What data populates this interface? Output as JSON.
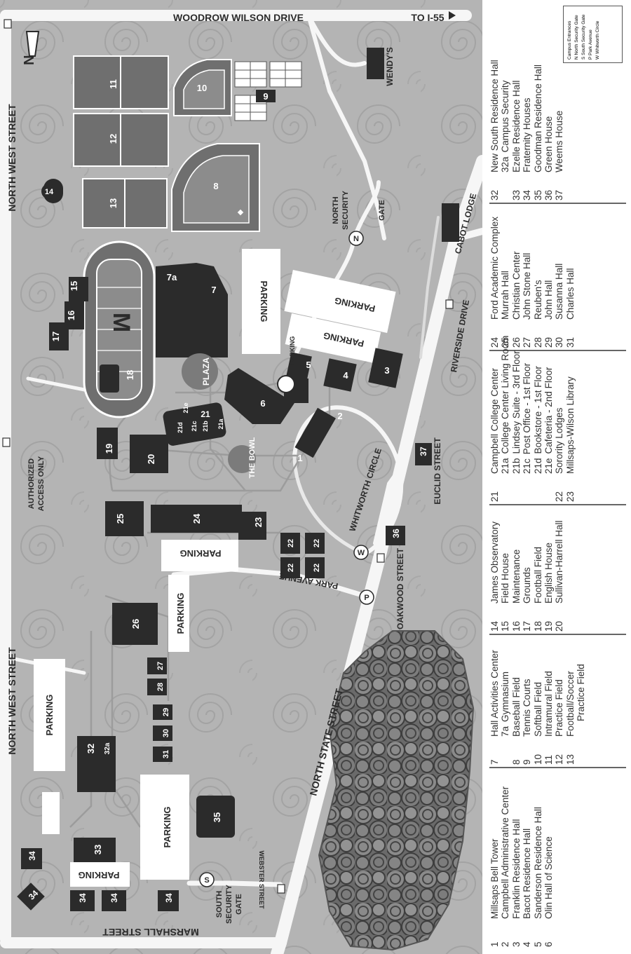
{
  "colors": {
    "background": "#b4b4b4",
    "building": "#2b2b2b",
    "field": "#6f6f6f",
    "infield": "#8c8c8c",
    "road": "#f5f5f5",
    "parking": "#ffffff",
    "trees": "#5a5a5a",
    "legend_text": "#333333"
  },
  "streets": {
    "woodrow": "WOODROW WILSON DRIVE",
    "to_i55": "TO I-55",
    "north_west_top": "NORTH WEST STREET",
    "north_west_bottom": "NORTH WEST STREET",
    "north_state": "NORTH STATE STREET",
    "riverside": "RIVERSIDE DRIVE",
    "euclid": "EUCLID STREET",
    "oakwood": "OAKWOOD STREET",
    "park_avenue": "PARK AVENUE",
    "whitworth": "WHITWORTH CIRCLE",
    "marshall": "MARSHALL STREET",
    "webster": "WEBSTER STREET"
  },
  "places": {
    "authorized": "AUTHORIZED",
    "access_only": "ACCESS ONLY",
    "north_gate_1": "NORTH",
    "north_gate_2": "SECURITY",
    "north_gate_3": "GATE",
    "south_gate_1": "SOUTH",
    "south_gate_2": "SECURITY",
    "south_gate_3": "GATE",
    "plaza": "PLAZA",
    "bowl": "THE BOWL",
    "cabot": "CABOT LODGE",
    "wendys": "WENDY'S",
    "parking": "PARKING",
    "compass": "N"
  },
  "gates": {
    "n": "N",
    "s": "S",
    "w": "W",
    "p": "P"
  },
  "buildings": {
    "b1": "1",
    "b2": "2",
    "b3": "3",
    "b4": "4",
    "b5": "5",
    "b6": "6",
    "b7": "7",
    "b7a": "7a",
    "b8": "8",
    "b9": "9",
    "b10": "10",
    "b11": "11",
    "b12": "12",
    "b13": "13",
    "b14": "14",
    "b15": "15",
    "b16": "16",
    "b17": "17",
    "b18": "18",
    "b19": "19",
    "b20": "20",
    "b21": "21",
    "b21a": "21a",
    "b21b": "21b",
    "b21c": "21c",
    "b21d": "21d",
    "b21e": "21e",
    "b22": "22",
    "b23": "23",
    "b24": "24",
    "b25": "25",
    "b26": "26",
    "b27": "27",
    "b28": "28",
    "b29": "29",
    "b30": "30",
    "b31": "31",
    "b32": "32",
    "b32a": "32a",
    "b33": "33",
    "b34": "34",
    "b35": "35",
    "b36": "36",
    "b37": "37"
  },
  "legend_cols": [
    [
      {
        "num": "1",
        "label": "Millsaps Bell Tower"
      },
      {
        "num": "2",
        "label": "Campbell Administrative Center"
      },
      {
        "num": "3",
        "label": "Franklin Residence Hall"
      },
      {
        "num": "4",
        "label": "Bacot Residence Hall"
      },
      {
        "num": "5",
        "label": "Sanderson Residence Hall"
      },
      {
        "num": "6",
        "label": "Olin Hall of Science"
      }
    ],
    [
      {
        "num": "7",
        "label": "Hall Activities Center"
      },
      {
        "num": "",
        "sub": "7a",
        "label": "Gymnasium"
      },
      {
        "num": "8",
        "label": "Baseball Field"
      },
      {
        "num": "9",
        "label": "Tennis Courts"
      },
      {
        "num": "10",
        "label": "Softball Field"
      },
      {
        "num": "11",
        "label": "Intramural Field"
      },
      {
        "num": "12",
        "label": "Practice Field"
      },
      {
        "num": "13",
        "label": "Football/Soccer"
      },
      {
        "num": "",
        "label": "Practice Field"
      }
    ],
    [
      {
        "num": "14",
        "label": "James Observatory"
      },
      {
        "num": "15",
        "label": "Field House"
      },
      {
        "num": "16",
        "label": "Maintenance"
      },
      {
        "num": "17",
        "label": "Grounds"
      },
      {
        "num": "18",
        "label": "Football Field"
      },
      {
        "num": "19",
        "label": "English House"
      },
      {
        "num": "20",
        "label": "Sullivan-Harrell Hall"
      }
    ],
    [
      {
        "num": "21",
        "label": "Campbell College Center"
      },
      {
        "num": "",
        "sub": "21a",
        "label": "College Center Living Room"
      },
      {
        "num": "",
        "sub": "21b",
        "label": "Lindsey Suite - 3rd Floor"
      },
      {
        "num": "",
        "sub": "21c",
        "label": "Post Office - 1st Floor"
      },
      {
        "num": "",
        "sub": "21d",
        "label": "Bookstore - 1st Floor"
      },
      {
        "num": "",
        "sub": "21e",
        "label": "Cafeteria - 2nd Floor"
      },
      {
        "num": "22",
        "label": "Sorority Lodges"
      },
      {
        "num": "23",
        "label": "Millsaps-Wilson Library"
      }
    ],
    [
      {
        "num": "24",
        "label": "Ford Academic Complex"
      },
      {
        "num": "25",
        "label": "Murrah Hall"
      },
      {
        "num": "26",
        "label": "Christian Center"
      },
      {
        "num": "27",
        "label": "John Stone Hall"
      },
      {
        "num": "28",
        "label": "Reuben's"
      },
      {
        "num": "29",
        "label": "John Hall"
      },
      {
        "num": "30",
        "label": "Susanna Hall"
      },
      {
        "num": "31",
        "label": "Charles Hall"
      }
    ],
    [
      {
        "num": "32",
        "label": "New South Residence Hall"
      },
      {
        "num": "",
        "sub": "32a",
        "label": "Campus Security"
      },
      {
        "num": "33",
        "label": "Ezelle Residence Hall"
      },
      {
        "num": "34",
        "label": "Fraternity Houses"
      },
      {
        "num": "35",
        "label": "Goodman Residence Hall"
      },
      {
        "num": "36",
        "label": "Green House"
      },
      {
        "num": "37",
        "label": "Weems House"
      }
    ]
  ],
  "key": {
    "title": "Campus Entrances",
    "items": [
      "N  North Security Gate",
      "S  South Security Gate",
      "P  Park Avenue",
      "W  Whitworth Circle"
    ]
  }
}
